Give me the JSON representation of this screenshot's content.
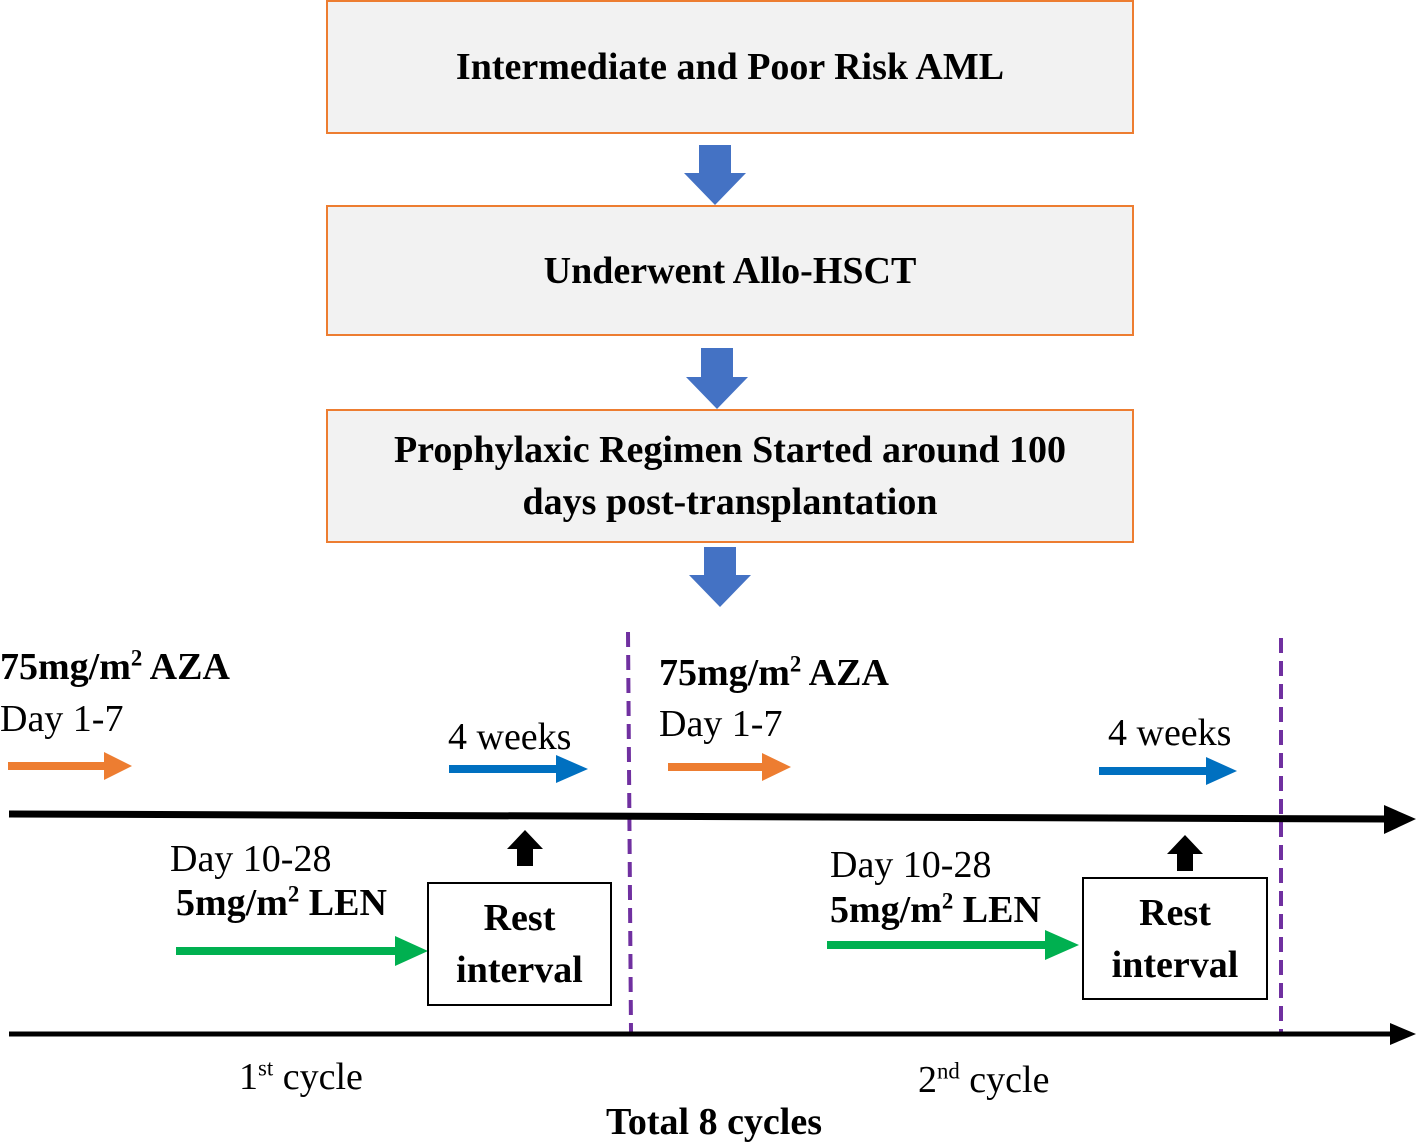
{
  "flow": {
    "box1": "Intermediate and Poor Risk AML",
    "box2": "Underwent Allo-HSCT",
    "box3_line1": "Prophylaxic Regimen Started around 100",
    "box3_line2": "days post-transplantation"
  },
  "cycles": [
    {
      "aza_dose": "75mg/m",
      "aza_dose_sup": "2",
      "aza_drug": " AZA",
      "aza_days": "Day 1-7",
      "weeks": "4 weeks",
      "len_days": "Day 10-28",
      "len_dose": "5mg/m",
      "len_dose_sup": "2",
      "len_drug": " LEN",
      "rest_line1": "Rest",
      "rest_line2": "interval",
      "cycle_num": "1",
      "cycle_sup": "st",
      "cycle_word": " cycle"
    },
    {
      "aza_dose": "75mg/m",
      "aza_dose_sup": "2",
      "aza_drug": " AZA",
      "aza_days": "Day 1-7",
      "weeks": "4 weeks",
      "len_days": "Day 10-28",
      "len_dose": "5mg/m",
      "len_dose_sup": "2",
      "len_drug": " LEN",
      "rest_line1": "Rest",
      "rest_line2": "interval",
      "cycle_num": "2",
      "cycle_sup": "nd",
      "cycle_word": " cycle"
    }
  ],
  "total": "Total 8 cycles",
  "colors": {
    "box_border": "#ed7d31",
    "box_fill": "#f2f2f2",
    "flow_arrow": "#4472c4",
    "aza_arrow": "#ed7d31",
    "weeks_arrow": "#0070c0",
    "len_arrow": "#00b050",
    "divider": "#7030a0",
    "timeline": "#000000"
  }
}
